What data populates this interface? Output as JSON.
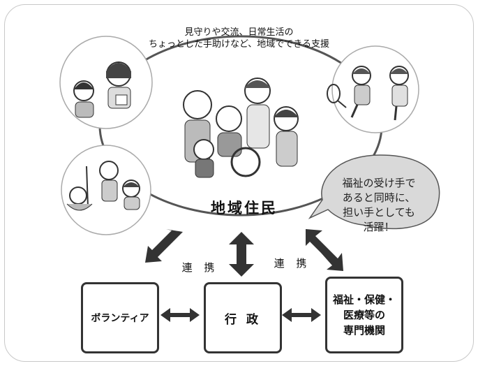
{
  "top_caption": {
    "line1": "見守りや交流、日常生活の",
    "line2": "ちょっとした手助けなど、地域でできる支援"
  },
  "center_label": "地域住民",
  "speech_bubble": "福祉の受け手で\nあると同時に、\n担い手としても\n活躍！",
  "link_labels": {
    "left": "連 携",
    "right": "連 携"
  },
  "boxes": {
    "volunteer": "ボランティア",
    "government": "行 政",
    "professional": "福祉・保健・\n医療等の\n専門機関"
  },
  "colors": {
    "line": "#555555",
    "arrow": "#333333",
    "bubble_fill": "#d9d9d9",
    "box_border": "#333333"
  }
}
